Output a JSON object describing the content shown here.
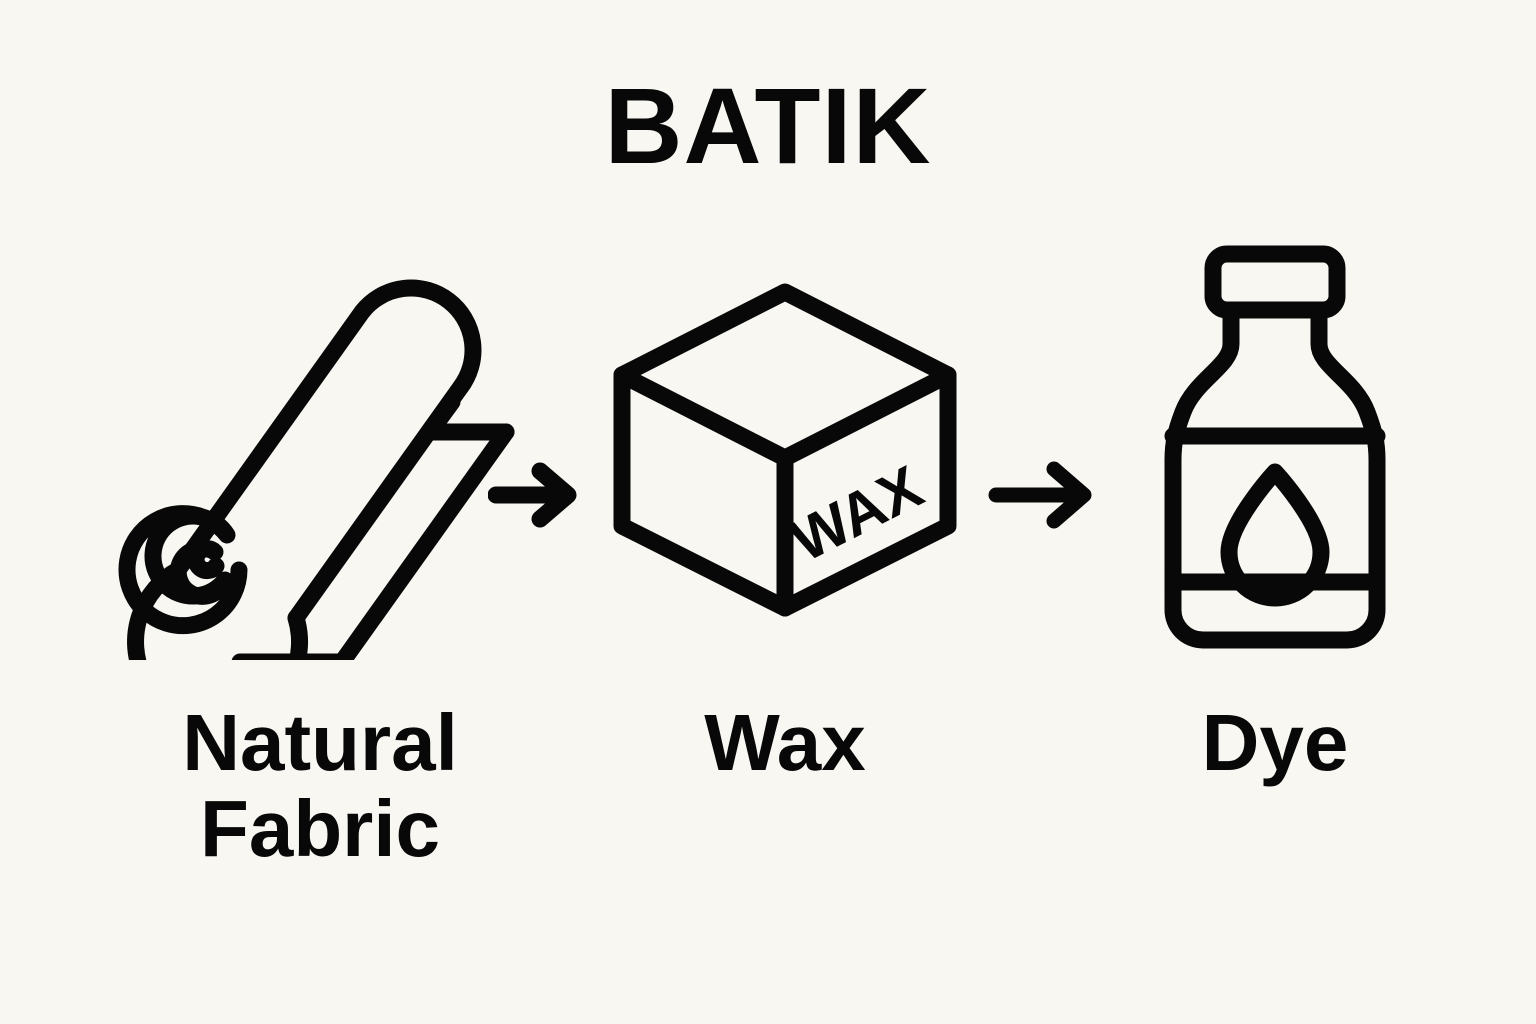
{
  "background_color": "#f8f7f2",
  "ink_color": "#080808",
  "header": {
    "title": "BATIK"
  },
  "steps": [
    {
      "id": "natural-fabric",
      "icon": "fabric-roll-icon",
      "caption_lines": [
        "Natural",
        "Fabric"
      ]
    },
    {
      "id": "wax",
      "icon": "wax-cube-icon",
      "icon_text": "WAX",
      "caption_lines": [
        "Wax"
      ]
    },
    {
      "id": "dye",
      "icon": "dye-bottle-icon",
      "caption_lines": [
        "Dye"
      ]
    }
  ],
  "connectors": [
    {
      "id": "arrow-1",
      "icon": "arrow-right-icon"
    },
    {
      "id": "arrow-2",
      "icon": "arrow-right-icon"
    }
  ]
}
